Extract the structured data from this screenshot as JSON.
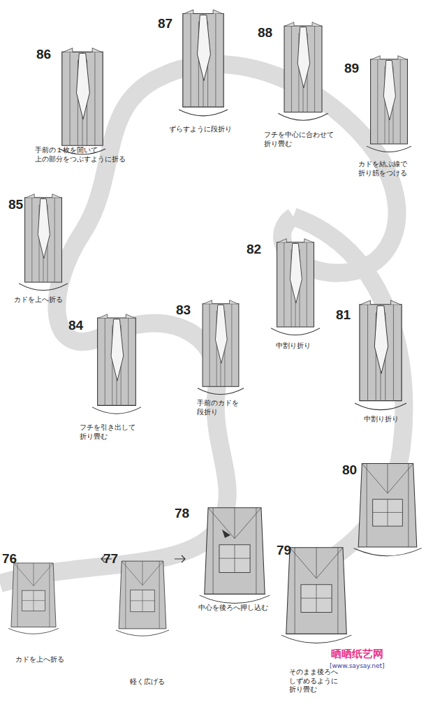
{
  "diagram": {
    "labels": [
      "86",
      "手前の１枚を開いて 上の部分をつぶすように折る",
      "87",
      "ずらすように段折り",
      "88",
      "フチを中心に合わせて 折り畳む",
      "89",
      "カドを結ぶ線で 折り筋をつける",
      "85",
      "カドを上へ折る",
      "82",
      "中割り折り",
      "83",
      "手前のカドを 段折り",
      "84",
      "フチを引き出して 折り畳む",
      "81",
      "中割り折り",
      "80",
      "78",
      "中心を後ろへ押し込む",
      "79",
      "そのまま後ろへ しずめるように 折り畳む",
      "76",
      "カドを上へ折る",
      "77",
      "軽く広げる",
      "晒晒纸艺网",
      "[www.saysay.net]"
    ]
  }
}
